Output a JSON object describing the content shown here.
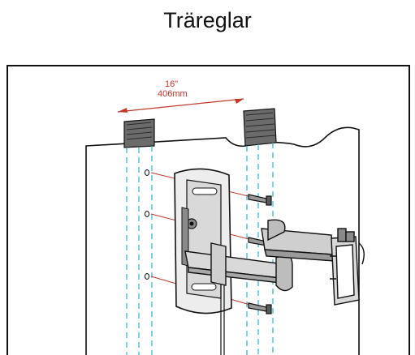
{
  "title": "Träreglar",
  "diagram": {
    "stud_spacing_inches": "16\"",
    "stud_spacing_mm": "406mm",
    "colors": {
      "outline": "#111111",
      "stud_fill": "#555555",
      "guide_lines": "#2bb5d1",
      "dimension": "#c0392b",
      "screw_arrows": "#c0392b",
      "bracket_fill": "#d9d9d9",
      "bracket_dark": "#8a8a8a"
    },
    "icons": [
      "wall-plate-icon",
      "lag-screw-icon",
      "swing-arm-icon",
      "vesa-bracket-icon"
    ]
  }
}
